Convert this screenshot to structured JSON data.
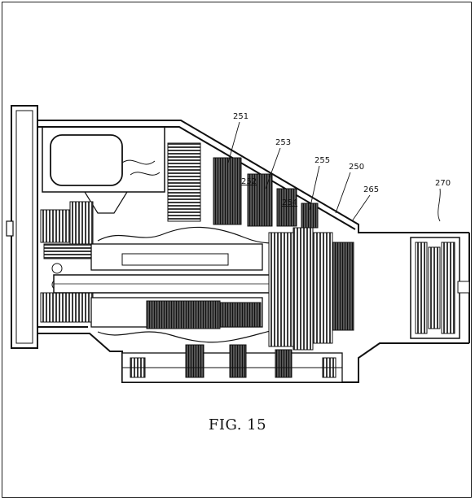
{
  "figure": {
    "caption": "FIG. 15",
    "reference_numerals": {
      "r251": "251",
      "r253": "253",
      "r252": "252",
      "r254": "254",
      "r255": "255",
      "r250": "250",
      "r265": "265",
      "r270": "270"
    }
  },
  "colors": {
    "ink": "#111111",
    "hatch": "#3a3a3a",
    "background": "#ffffff"
  }
}
